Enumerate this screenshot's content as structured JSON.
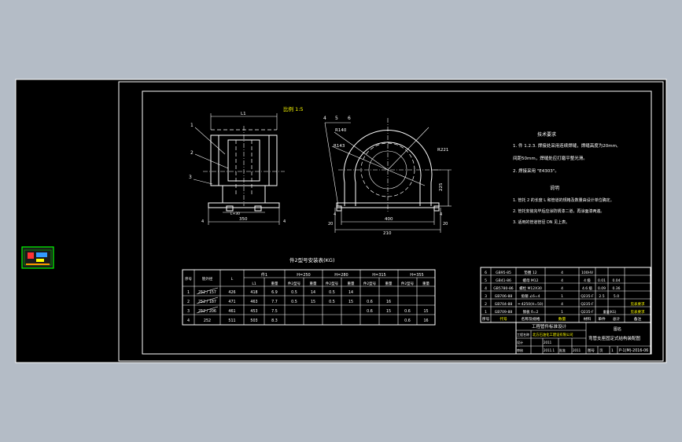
{
  "drawing": {
    "scale_note": "比例 1:5",
    "part_numbers": [
      "1",
      "2",
      "3"
    ],
    "side_part_numbers": [
      "4",
      "5",
      "6"
    ],
    "dimensions": {
      "L1": "L1",
      "L_bottom": "L+30",
      "d350": "350",
      "R140": "R140",
      "R143": "R143",
      "R221": "R221",
      "h225": "225",
      "w400": "400",
      "w210": "210",
      "d20_left": "20",
      "d20_right": "20",
      "marker_4_left": "4",
      "marker_4_right": "4",
      "marker_4_side_left": "4",
      "marker_4_side_right": "4"
    }
  },
  "tech_requirements": {
    "title": "技术要求",
    "lines": [
      "1.  件 1.2.3. 焊接处采用连续焊缝，焊缝高度为20mm,",
      "     间距50mm，焊缝处应打磨平整光滑。",
      "2.  焊接采用 \"E4303\"。"
    ]
  },
  "notes": {
    "title": "说明",
    "lines": [
      "1.  管托 2 的长度 L 和管道的规格及数量由设计单位确定。",
      "2.  管托安装完毕后应涂防锈漆二道，再涂面漆两遍。",
      "3.  适用的管道管径 DN 见上表。"
    ]
  },
  "param_table": {
    "title": "件2型号安装表(KG)",
    "top_headers": [
      "件1",
      "H=250",
      "H=280",
      "H=315",
      "H=355"
    ],
    "col_headers": [
      "序号",
      "管外径",
      "L",
      "L1",
      "重量",
      "件2型号",
      "重量",
      "件2型号",
      "重量",
      "件2型号",
      "重量",
      "件2型号",
      "重量"
    ],
    "rows": [
      [
        "1",
        "252 / 157",
        "426",
        "418",
        "6.9",
        "0.5",
        "14",
        "0.5",
        "14",
        "",
        "",
        "",
        ""
      ],
      [
        "2",
        "252 / 187",
        "471",
        "463",
        "7.7",
        "0.5",
        "15",
        "0.5",
        "15",
        "0.6",
        "16",
        "",
        ""
      ],
      [
        "3",
        "252 / 206",
        "461",
        "453",
        "7.5",
        "",
        "",
        "",
        "",
        "0.6",
        "15",
        "0.6",
        "15"
      ],
      [
        "4",
        "252",
        "511",
        "503",
        "8.3",
        "",
        "",
        "",
        "",
        "",
        "",
        "0.6",
        "16"
      ]
    ]
  },
  "bom": {
    "rows": [
      [
        "6",
        "GB95-85",
        "垫圈 12",
        "4",
        "100HV",
        "",
        "",
        ""
      ],
      [
        "5",
        "GB41-86",
        "螺母 M12",
        "4",
        "4 级",
        "0.01",
        "0.04",
        ""
      ],
      [
        "4",
        "GB5780-86",
        "螺栓 M12X30",
        "4",
        "4.6 级",
        "0.09",
        "0.36",
        ""
      ],
      [
        "3",
        "GB706-88",
        "角钢 ∠6=4",
        "1",
        "Q235-F",
        "2.5",
        "5.0",
        ""
      ],
      [
        "2",
        "GB704-88",
        "═ 4250(H=50)",
        "4",
        "Q235-F",
        "",
        "",
        "见表要求"
      ],
      [
        "1",
        "GB709-88",
        "钢板 δ=2",
        "1",
        "Q235-F",
        "",
        "",
        "见表要求"
      ]
    ],
    "header": [
      "序号",
      "代号",
      "名称及规格",
      "数量",
      "材料",
      "单件",
      "总计",
      "备注"
    ],
    "weight_label": "重量(KG)"
  },
  "title_block": {
    "org": "工程管件标准设计",
    "project_label": "工程名称",
    "project_value": "北方石油化工建设有限公司",
    "drawing_name_label": "图名",
    "drawing_name": "弯管支座固定式结构装配图",
    "row_labels": [
      "设计",
      "审核",
      "批准"
    ],
    "row_values": [
      "2011",
      "2011.1",
      "2011"
    ],
    "number_label": "图号",
    "sheet_label": "页",
    "sheet_value": "1",
    "drawing_number": "P-1(M)-2016-06"
  },
  "colors": {
    "canvas": "#000000",
    "frame": "#ffffff",
    "dim_text": "#ffffff",
    "highlight": "#ffff00",
    "highlight_green": "#00ff00",
    "background": "#b4bcc6"
  }
}
